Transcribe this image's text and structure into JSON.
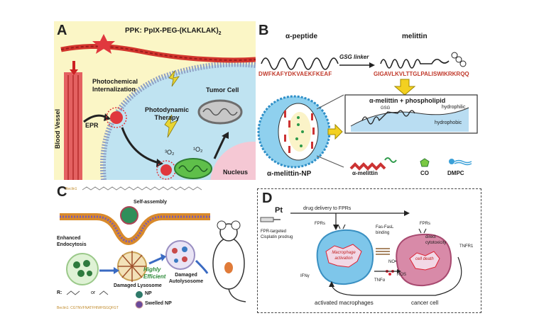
{
  "panel_a": {
    "letter": "A",
    "title": "PPK: PpIX-PEG-(KLAKLAK)",
    "title_sub": "2",
    "photochemical": "Photochemical Internalization",
    "photodynamic": "Photodynamic Therapy",
    "tumor_cell": "Tumor Cell",
    "epr": "EPR",
    "blood_vessel": "Blood Vessel",
    "nucleus": "Nucleus",
    "o2_triplet": "³O₂",
    "o2_singlet": "¹O₂"
  },
  "panel_b": {
    "letter": "B",
    "alpha_peptide": "α-peptide",
    "melittin": "melittin",
    "linker": "GSG linker",
    "alpha_seq": "DWFKAFYDKVAEKFKEAF",
    "melittin_seq": "GIGAVLKVLTTGLPALISWIKRKRQQ",
    "np_label": "α-melittin-NP",
    "box_title": "α-melittin + phospholipid",
    "gsg": "GSG",
    "hydrophilic": "hydrophilic",
    "hydrophobic": "hydrophobic",
    "legend": [
      "α-melittin",
      "CO",
      "DMPC"
    ]
  },
  "panel_c": {
    "letter": "C",
    "self_assembly": "Self-assembly",
    "endocytosis": "Enhanced Endocytosis",
    "highly_efficient": "Highly Efficient",
    "damaged_lysosome": "Damaged Lysosome",
    "damaged_autolysosome": "Damaged Autolysosome",
    "r_label": "R:",
    "or": "or",
    "np": "NP",
    "swelled_np": "Swelled NP",
    "becl_top": "Beclin1",
    "becl_seq": "Beclin1: CGTNVFNATFHIWHSGQFGT"
  },
  "panel_d": {
    "letter": "D",
    "pt": "Pt",
    "drug_delivery": "drug delivery to FPRs",
    "prodrug": "FPR-targeted Cisplatin prodrug",
    "fprs_left": "FPRs",
    "fprs_right": "FPRs",
    "fas": "Fas-FasL binding",
    "macrophage_activation": "Macrophage activation",
    "direct": "direct cytotoxicity",
    "cell_death": "cell death",
    "ifn": "IFNγ",
    "tnfa": "TNFα",
    "no": "NO•",
    "ros": "ROS",
    "tnfr": "TNFR1",
    "activated": "activated macrophages",
    "cancer_cell": "cancer cell"
  }
}
